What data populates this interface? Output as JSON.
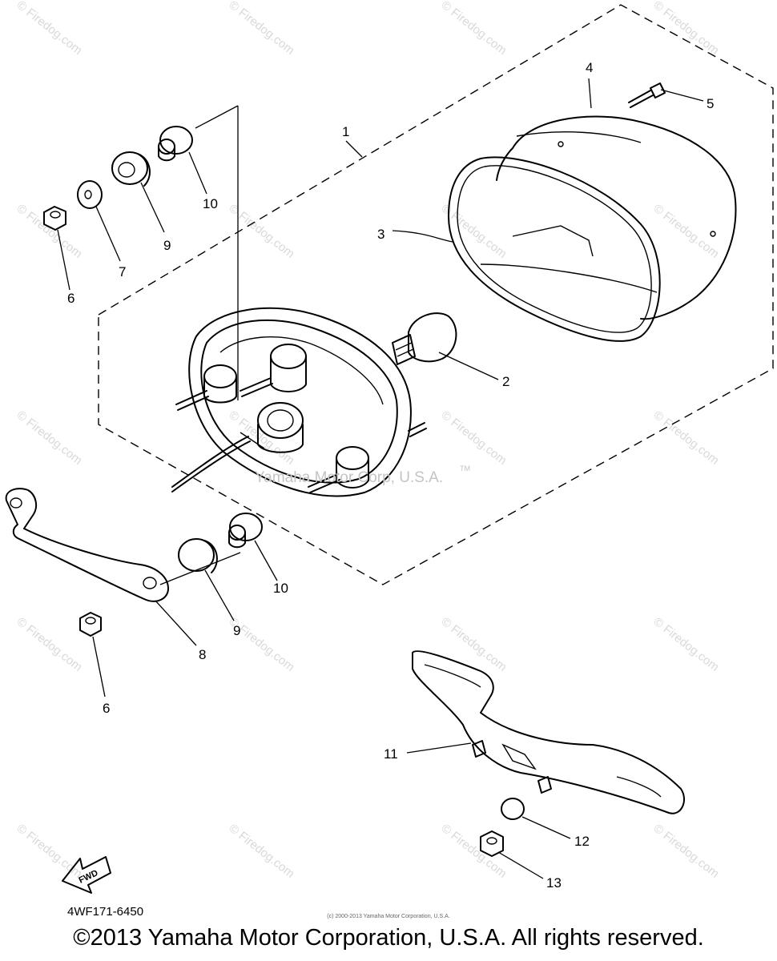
{
  "watermark": {
    "label": "© Firedog.com",
    "center_mark": "Yamaha Motor Corp, U.S.A.",
    "center_tm": "TM"
  },
  "callouts": {
    "c1": "1",
    "c2": "2",
    "c3": "3",
    "c4": "4",
    "c5": "5",
    "c6a": "6",
    "c6b": "6",
    "c7": "7",
    "c8": "8",
    "c9a": "9",
    "c9b": "9",
    "c10a": "10",
    "c10b": "10",
    "c11": "11",
    "c12": "12",
    "c13": "13"
  },
  "fwd_label": "FWD",
  "diagram_code": "4WF171-6450",
  "footer": {
    "small_copyright": "(c) 2000-2013 Yamaha Motor Corporation, U.S.A.",
    "copyright": "©2013 Yamaha Motor Corporation, U.S.A. All rights reserved."
  }
}
